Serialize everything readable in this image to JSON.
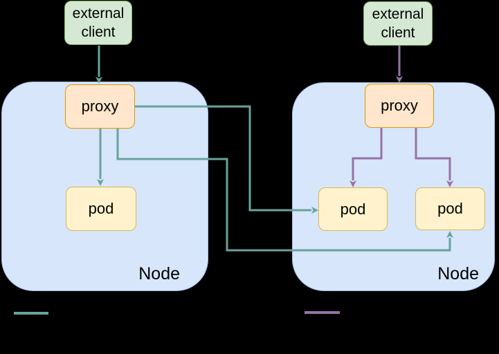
{
  "nodes": [
    {
      "node_label": "Node",
      "client_label": "external client",
      "proxy_label": "proxy",
      "pod_labels": [
        "pod"
      ]
    },
    {
      "node_label": "Node",
      "client_label": "external client",
      "proxy_label": "proxy",
      "pod_labels": [
        "pod",
        "pod"
      ]
    }
  ],
  "legend": {
    "teal_swatch_color": "#68a39c",
    "purple_swatch_color": "#9673a6"
  },
  "colors": {
    "background": "#000000",
    "node_fill": "#d7e6fb",
    "node_stroke": "#a3c0e8",
    "client_fill": "#d5e8d4",
    "client_stroke": "#82b366",
    "proxy_fill": "#ffe6cc",
    "proxy_stroke": "#d79b00",
    "pod_fill": "#fff2cc",
    "pod_stroke": "#d6b656",
    "teal_arrow": "#68a39c",
    "purple_arrow": "#9673a6",
    "text": "#000000"
  }
}
